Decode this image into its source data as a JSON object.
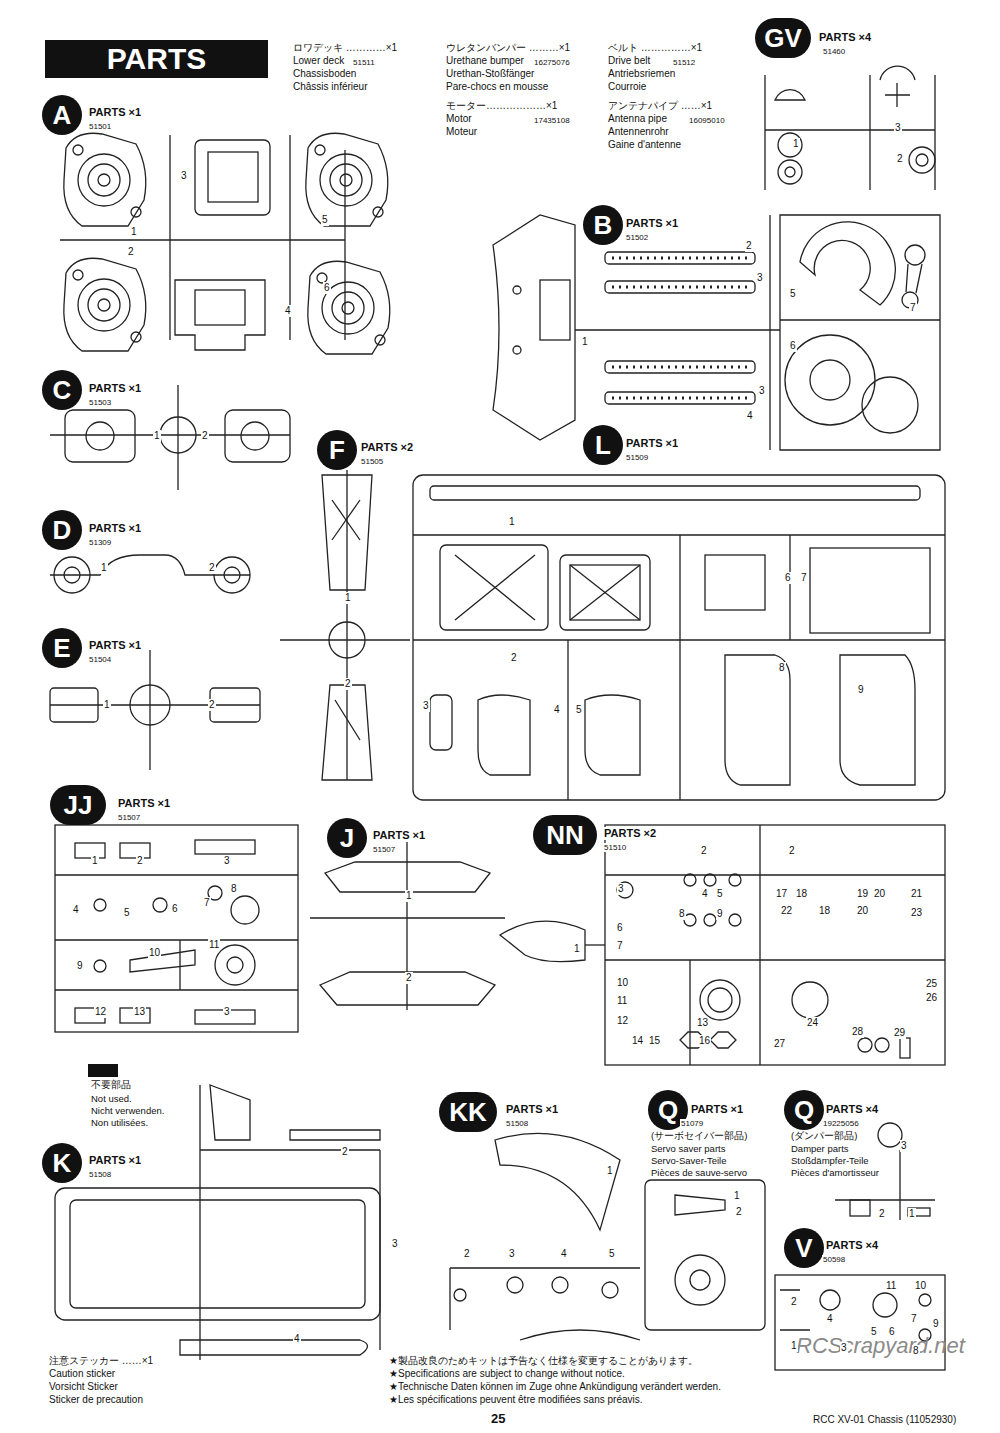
{
  "diagram": {
    "title": "PARTS",
    "nodes": [
      {
        "text": [
          "GV"
        ]
      },
      {
        "text": [
          "A"
        ]
      },
      {
        "text": [
          "B"
        ]
      },
      {
        "text": [
          "C"
        ]
      },
      {
        "text": [
          "F"
        ]
      },
      {
        "text": [
          "L"
        ]
      },
      {
        "text": [
          "D"
        ]
      },
      {
        "text": [
          "E"
        ]
      },
      {
        "text": [
          "JJ"
        ]
      },
      {
        "text": [
          "J"
        ]
      },
      {
        "text": [
          "NN"
        ]
      },
      {
        "text": [
          "KK"
        ]
      },
      {
        "text": [
          "Q"
        ]
      },
      {
        "text": [
          "Q"
        ]
      },
      {
        "text": [
          "K"
        ]
      },
      {
        "text": [
          "V"
        ]
      }
    ],
    "labels": [
      "ロワデッキ …………×1",
      "Lower deck",
      "51511",
      "Chassisboden",
      "Châssis inférieur",
      "ウレタンバンパー ………×1",
      "Urethane bumper",
      "16275076",
      "Urethan-Stoßfänger",
      "Pare-chocs en mousse",
      "モーター………………×1",
      "Motor",
      "17435108",
      "Moteur",
      "ベルト ……………×1",
      "Drive belt",
      "51512",
      "Antriebsriemen",
      "Courroie",
      "アンテナパイプ ……×1",
      "Antenna pipe",
      "16095010",
      "Antennenrohr",
      "Gaine d'antenne",
      "PARTS ×4",
      "51460",
      "PARTS ×1",
      "51501",
      "PARTS ×1",
      "51502",
      "PARTS ×1",
      "51503",
      "PARTS ×2",
      "51505",
      "PARTS ×1",
      "51509",
      "PARTS ×1",
      "51309",
      "PARTS ×1",
      "51504",
      "PARTS ×1",
      "51507",
      "PARTS ×1",
      "51507",
      "PARTS ×2",
      "51510",
      "PARTS ×1",
      "51508",
      "PARTS ×1",
      "51079",
      "(サーボセイバー部品)",
      "Servo saver parts",
      "Servo-Saver-Teile",
      "Pièces de sauve-servo",
      "PARTS ×4",
      "19225056",
      "(ダンパー部品)",
      "Damper parts",
      "Stoßdämpfer-Teile",
      "Pièces d'amortisseur",
      "PARTS ×1",
      "51508",
      "PARTS ×4",
      "50598",
      "Not used.",
      "Nicht verwenden.",
      "Non utilisées.",
      "注意ステッカー ……×1",
      "Caution sticker",
      "Vorsicht Sticker",
      "Sticker de precaution",
      "★製品改良のためキットは予告なく仕様を変更することがあります。",
      "★Specifications are subject to change without notice.",
      "★Technische Daten können im Zuge ohne Ankündigung verändert werden.",
      "★Les spécifications peuvent être modifiées sans préavis.",
      "25",
      "RCC XV-01 Chassis (11052930)",
      "RCScrapyard.net",
      "1",
      "2",
      "3",
      "4",
      "5",
      "6",
      "2",
      "3",
      "1",
      "3",
      "4",
      "5",
      "6",
      "7",
      "1",
      "3",
      "2",
      "1",
      "2",
      "1",
      "2",
      "1",
      "2",
      "3",
      "4",
      "5",
      "6",
      "7",
      "8",
      "9",
      "1",
      "2",
      "1",
      "2",
      "1",
      "2",
      "3",
      "4",
      "5",
      "6",
      "7",
      "8",
      "9",
      "10",
      "11",
      "12",
      "13",
      "3",
      "1",
      "2",
      "2",
      "2",
      "3",
      "4",
      "5",
      "17",
      "18",
      "19",
      "20",
      "21",
      "1",
      "8",
      "9",
      "22",
      "18",
      "20",
      "23",
      "6",
      "7",
      "10",
      "11",
      "12",
      "13",
      "24",
      "25",
      "26",
      "14",
      "15",
      "16",
      "27",
      "28",
      "29",
      "2",
      "3",
      "4",
      "1",
      "2",
      "3",
      "4",
      "5",
      "1",
      "2",
      "3",
      "1",
      "2",
      "1",
      "2",
      "3",
      "4",
      "5",
      "6",
      "7",
      "8",
      "9",
      "10",
      "11"
    ],
    "legend": [
      {
        "text": "不要部品",
        "color": "#111111"
      }
    ]
  }
}
